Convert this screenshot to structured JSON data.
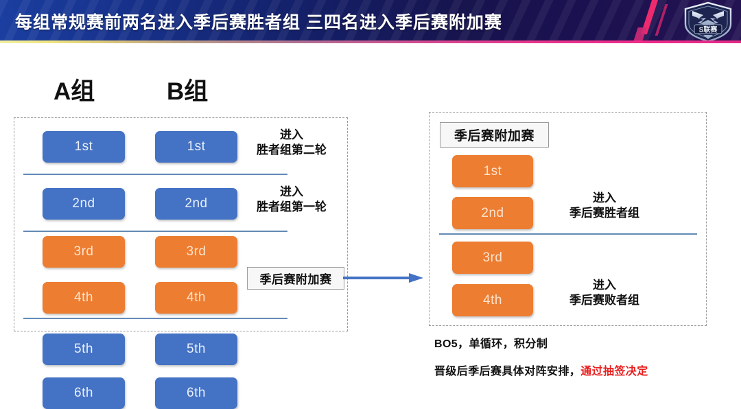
{
  "banner": {
    "title": "每组常规赛前两名进入季后赛胜者组 三四名进入季后赛附加赛",
    "logo_name": "s-league-emblem",
    "logo_text": "S联赛",
    "colors": {
      "bg_start": "#1b3ea0",
      "bg_end": "#241352",
      "underline_start": "#f3eea0",
      "underline_end": "#e22a86",
      "accent_pink": "#e8246f"
    }
  },
  "groups": {
    "a_label": "A组",
    "b_label": "B组"
  },
  "palette": {
    "blue": "#4472C4",
    "orange": "#ED7D31",
    "divider": "#5B84B1",
    "red_text": "#E81F1F"
  },
  "left_panel": {
    "rows": [
      {
        "a": "1st",
        "b": "1st",
        "color": "blue",
        "note_line1": "进入",
        "note_line2": "胜者组第二轮"
      },
      {
        "a": "2nd",
        "b": "2nd",
        "color": "blue",
        "note_line1": "进入",
        "note_line2": "胜者组第一轮"
      },
      {
        "a": "3rd",
        "b": "3rd",
        "color": "orange",
        "note_line1": "",
        "note_line2": ""
      },
      {
        "a": "4th",
        "b": "4th",
        "color": "orange",
        "note_line1": "",
        "note_line2": ""
      }
    ],
    "callout": "季后赛附加赛"
  },
  "outside_rows": [
    {
      "a": "5th",
      "b": "5th",
      "color": "blue"
    },
    {
      "a": "6th",
      "b": "6th",
      "color": "blue"
    }
  ],
  "right_panel": {
    "title": "季后赛附加赛",
    "seeds": [
      {
        "label": "1st",
        "color": "orange"
      },
      {
        "label": "2nd",
        "color": "orange"
      },
      {
        "label": "3rd",
        "color": "orange"
      },
      {
        "label": "4th",
        "color": "orange"
      }
    ],
    "note_top_line1": "进入",
    "note_top_line2": "季后赛胜者组",
    "note_bottom_line1": "进入",
    "note_bottom_line2": "季后赛败者组"
  },
  "footer": {
    "line1": "BO5，单循环，积分制",
    "line2_black": "晋级后季后赛具体对阵安排，",
    "line2_red": "通过抽签决定"
  }
}
